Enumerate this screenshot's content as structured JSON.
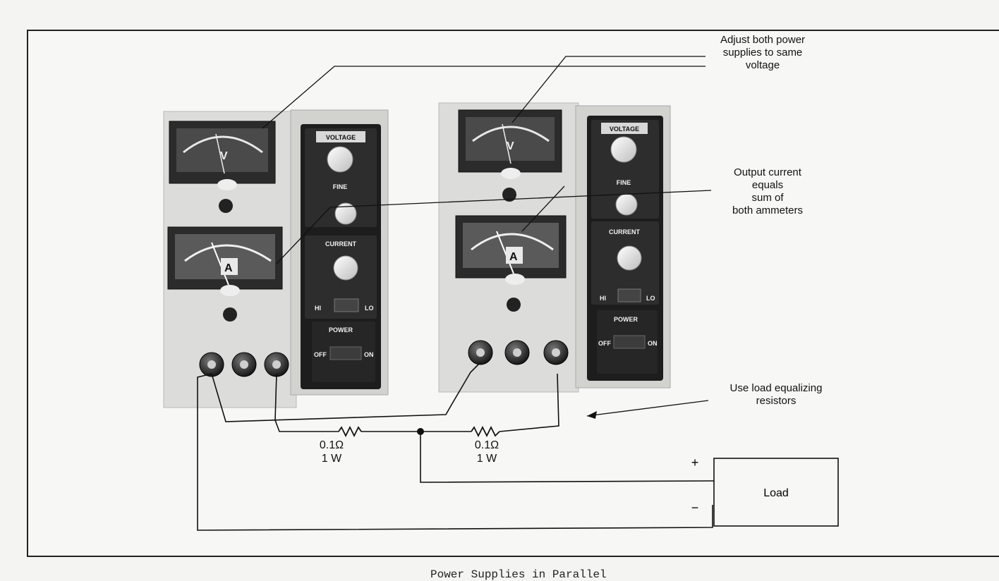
{
  "annotations": {
    "adjust_voltage": [
      "Adjust both power",
      "supplies to same",
      "voltage"
    ],
    "output_current": [
      "Output current",
      "equals",
      "sum of",
      "both ammeters"
    ],
    "load_resistors": [
      "Use load equalizing",
      "resistors"
    ]
  },
  "resistors": [
    {
      "value": "0.1Ω",
      "power": "1 W"
    },
    {
      "value": "0.1Ω",
      "power": "1 W"
    }
  ],
  "load": {
    "label": "Load",
    "plus": "+",
    "minus": "−"
  },
  "supply_panel": {
    "voltage_meter_letter": "V",
    "current_meter_letter": "A",
    "voltage_knob": "VOLTAGE",
    "fine_knob": "FINE",
    "current_knob": "CURRENT",
    "range_hi": "HI",
    "range_lo": "LO",
    "power": "POWER",
    "off": "OFF",
    "on": "ON"
  },
  "caption": "Power Supplies in Parallel"
}
